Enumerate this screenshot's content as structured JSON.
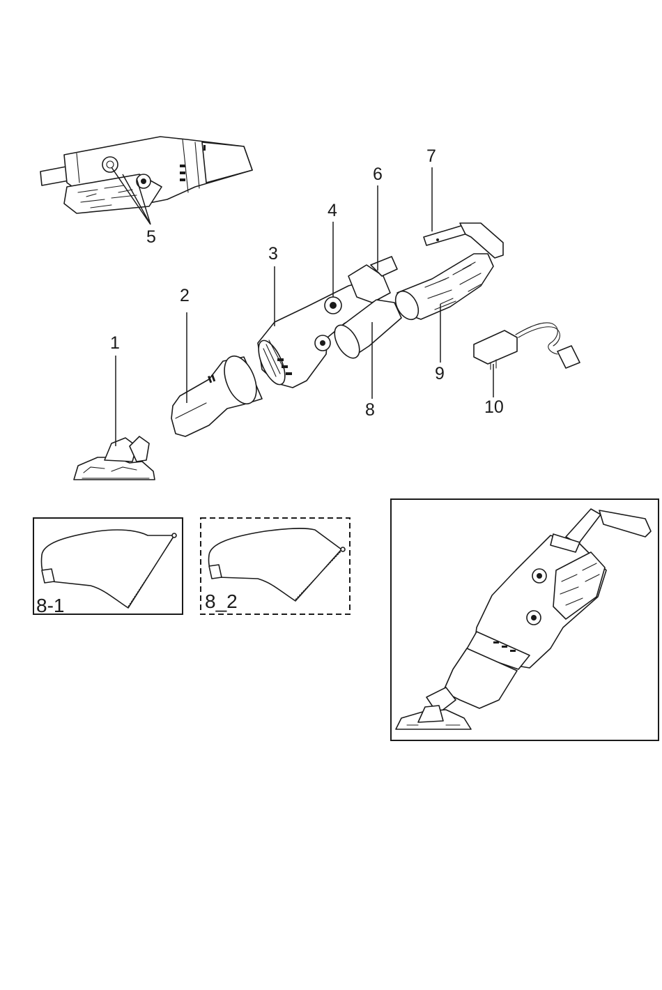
{
  "callouts": {
    "c1": "1",
    "c2": "2",
    "c3": "3",
    "c4": "4",
    "c5": "5",
    "c6": "6",
    "c7": "7",
    "c8": "8",
    "c9": "9",
    "c10": "10"
  },
  "variants": {
    "filter_bag_1": "8-1",
    "filter_bag_2": "8_2"
  },
  "colors": {
    "line": "#1a1a1a",
    "background": "#ffffff"
  }
}
